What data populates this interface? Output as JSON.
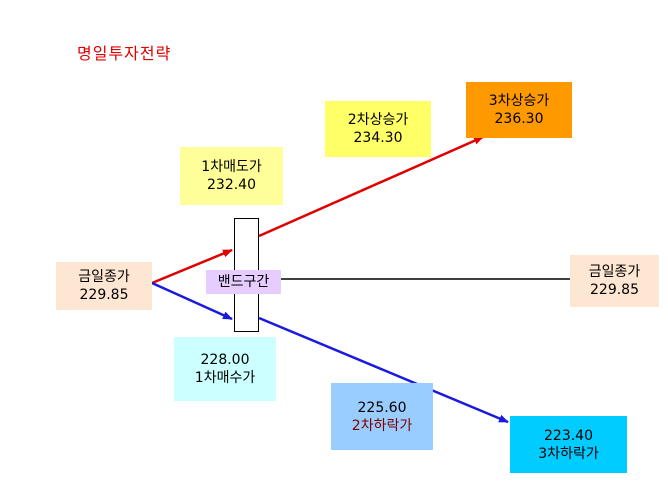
{
  "title": "명일투자전략",
  "today_close_left": {
    "label": "금일종가",
    "value": "229.85"
  },
  "today_close_right": {
    "label": "금일종가",
    "value": "229.85"
  },
  "band": {
    "label": "밴드구간"
  },
  "sell1": {
    "label": "1차매도가",
    "value": "232.40"
  },
  "rise2": {
    "label": "2차상승가",
    "value": "234.30"
  },
  "rise3": {
    "label": "3차상승가",
    "value": "236.30"
  },
  "buy1": {
    "value": "228.00",
    "label": "1차매수가"
  },
  "fall2": {
    "value": "225.60",
    "label": "2차하락가"
  },
  "fall3": {
    "value": "223.40",
    "label": "3차하락가"
  },
  "colors": {
    "title": "#e00000",
    "up_arrow": "#e00000",
    "down_arrow": "#1a1adc",
    "close_box": "#fde6d2",
    "sell1_box": "#ffff99",
    "rise2_box": "#ffff66",
    "rise3_box": "#ff9900",
    "buy1_box": "#ccffff",
    "fall2_box": "#99ccff",
    "fall3_box": "#00ccff",
    "band_box": "#e6ccff"
  }
}
